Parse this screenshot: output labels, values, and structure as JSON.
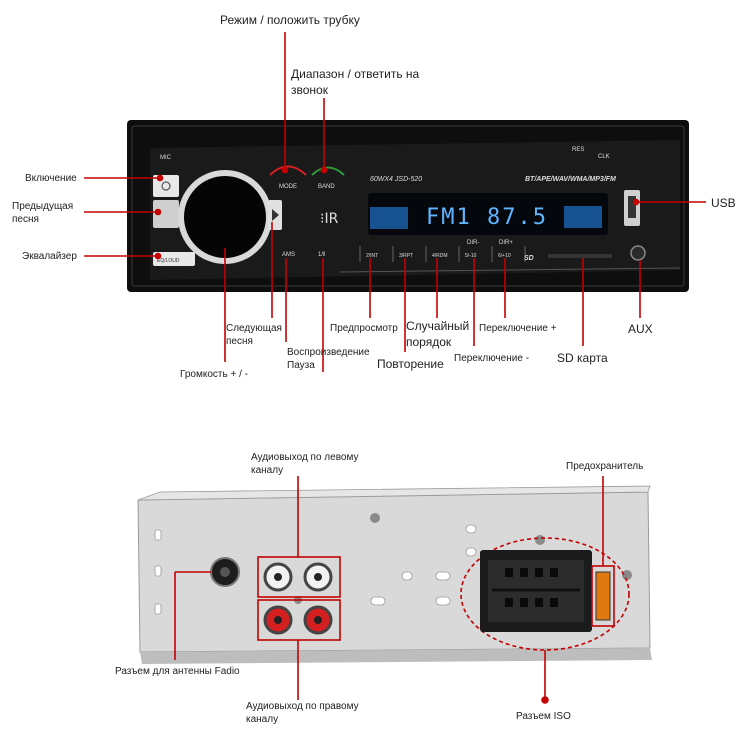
{
  "front_panel": {
    "buttons": {
      "mic": "MIC",
      "res": "RES",
      "clk": "CLK",
      "mode": "MODE",
      "band": "BAND",
      "ams": "AMS",
      "play_pause": "1/‖",
      "key2": "2/INT",
      "key3": "3/RPT",
      "key4": "4/RDM",
      "key5": "5/-10",
      "key6": "6/+10",
      "eq": "EQ/LOUD",
      "dir_minus": "DIR-",
      "dir_plus": "DIR+"
    },
    "model": "60WX4  JSD-520",
    "formats": "BT/APE/WAV/WMA/MP3/FM",
    "display_text": "FM1 87.5",
    "sd_logo": "SD"
  },
  "front_labels": {
    "mode": "Режим / положить трубку",
    "band": "Диапазон / ответить на звонок",
    "power": "Включение",
    "prev": "Предыдущая песня",
    "eq": "Эквалайзер",
    "usb": "USB",
    "next": "Следующая песня",
    "volume": "Громкость + / -",
    "play": "Воспроизведение Пауза",
    "preview": "Предпросмотр",
    "repeat": "Повторение",
    "random": "Случайный порядок",
    "switch_plus": "Переключение +",
    "switch_minus": "Переключение -",
    "sd": "SD карта",
    "aux": "AUX"
  },
  "back_labels": {
    "left_audio": "Аудиовыход по левому каналу",
    "fuse": "Предохранитель",
    "antenna": "Разъем для антенны Fadio",
    "right_audio": "Аудиовыход по правому каналу",
    "iso": "Разъем ISO"
  },
  "colors": {
    "callout": "#c40000",
    "panel": "#121212",
    "display": "#5fb4ff",
    "chassis": "#d8d8d8",
    "rca_white": "#f2f2f2",
    "rca_red": "#d42020"
  }
}
